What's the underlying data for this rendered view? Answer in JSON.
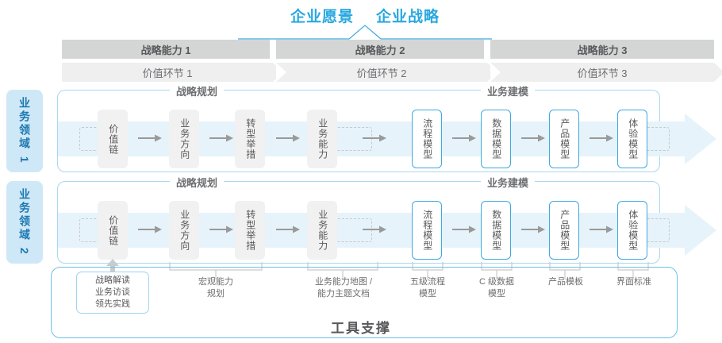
{
  "header": {
    "titles": [
      "企业愿景",
      "企业战略"
    ],
    "accent_color": "#29a8e0"
  },
  "capability_columns": [
    {
      "label": "战略能力 1"
    },
    {
      "label": "战略能力 2"
    },
    {
      "label": "战略能力 3"
    }
  ],
  "value_columns": [
    {
      "label": "价值环节 1"
    },
    {
      "label": "价值环节 2"
    },
    {
      "label": "价值环节 3"
    }
  ],
  "domains": [
    {
      "tab_label": "业务领域 1",
      "sections": [
        {
          "label": "战略规划"
        },
        {
          "label": "业务建模"
        }
      ],
      "nodes_left": [
        "价值链",
        "业务方向",
        "转型举措",
        "业务能力"
      ],
      "nodes_right": [
        "流程模型",
        "数据模型",
        "产品模型",
        "体验模型"
      ]
    },
    {
      "tab_label": "业务领域 2",
      "sections": [
        {
          "label": "战略规划"
        },
        {
          "label": "业务建模"
        }
      ],
      "nodes_left": [
        "价值链",
        "业务方向",
        "转型举措",
        "业务能力"
      ],
      "nodes_right": [
        "流程模型",
        "数据模型",
        "产品模型",
        "体验模型"
      ]
    }
  ],
  "tool_support": {
    "title": "工具支撑",
    "notes": [
      {
        "text": "战略解读\n业务访谈\n领先实践",
        "boxed": true
      },
      {
        "text": "宏观能力\n规划",
        "boxed": false
      },
      {
        "text": "业务能力地图 /\n能力主题文档",
        "boxed": false
      },
      {
        "text": "五级流程\n模型",
        "boxed": false
      },
      {
        "text": "C 级数据\n模型",
        "boxed": false
      },
      {
        "text": "产品模板",
        "boxed": false
      },
      {
        "text": "界面标准",
        "boxed": false
      }
    ]
  },
  "colors": {
    "accent": "#29a8e0",
    "band": "#eaf5fc",
    "tab": "#cfe8f7",
    "cap_bar": "#d4d6d6",
    "val_bar": "#efefef",
    "node_gray": "#f1f1f1",
    "node_blue_border": "#3fa9dd"
  }
}
